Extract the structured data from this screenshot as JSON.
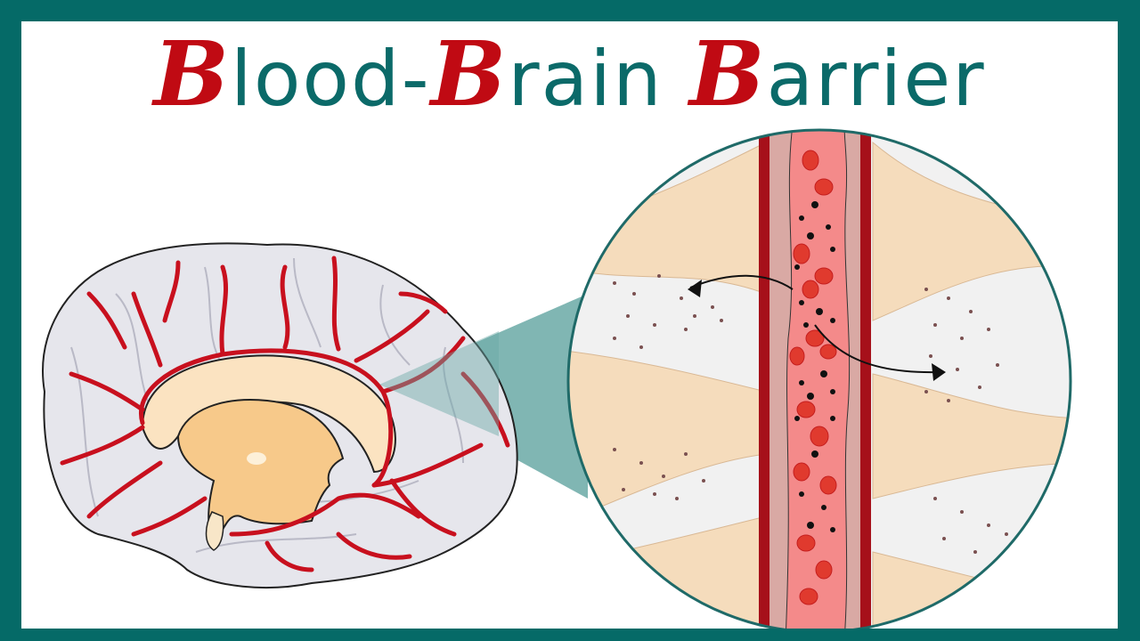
{
  "title": {
    "words": [
      {
        "cap": "B",
        "rest": "lood-"
      },
      {
        "cap": "B",
        "rest": "rain "
      },
      {
        "cap": "B",
        "rest": "arrier"
      }
    ],
    "full_text": "Blood-Brain Barrier"
  },
  "colors": {
    "frame": "#056a67",
    "title_teal": "#0b6a69",
    "title_red": "#c00a13",
    "vessel_red": "#c8101e",
    "brain_fill": "#e6e6ec",
    "thalamus": "#f7c98a",
    "corpus_callosum": "#fbe3c1",
    "astrocyte": "#f5dcbc",
    "lumen": "#f48a8a",
    "wall": "#a6101a",
    "endothelial": "#d9a9a4",
    "cone": "#6aa9a6"
  },
  "illustration": {
    "left_panel": "brain-sagittal-section",
    "right_panel": "magnified-capillary-view",
    "arrows": [
      {
        "from": "capillary",
        "to": "brain-tissue-left"
      },
      {
        "from": "capillary",
        "to": "brain-tissue-right"
      }
    ]
  }
}
